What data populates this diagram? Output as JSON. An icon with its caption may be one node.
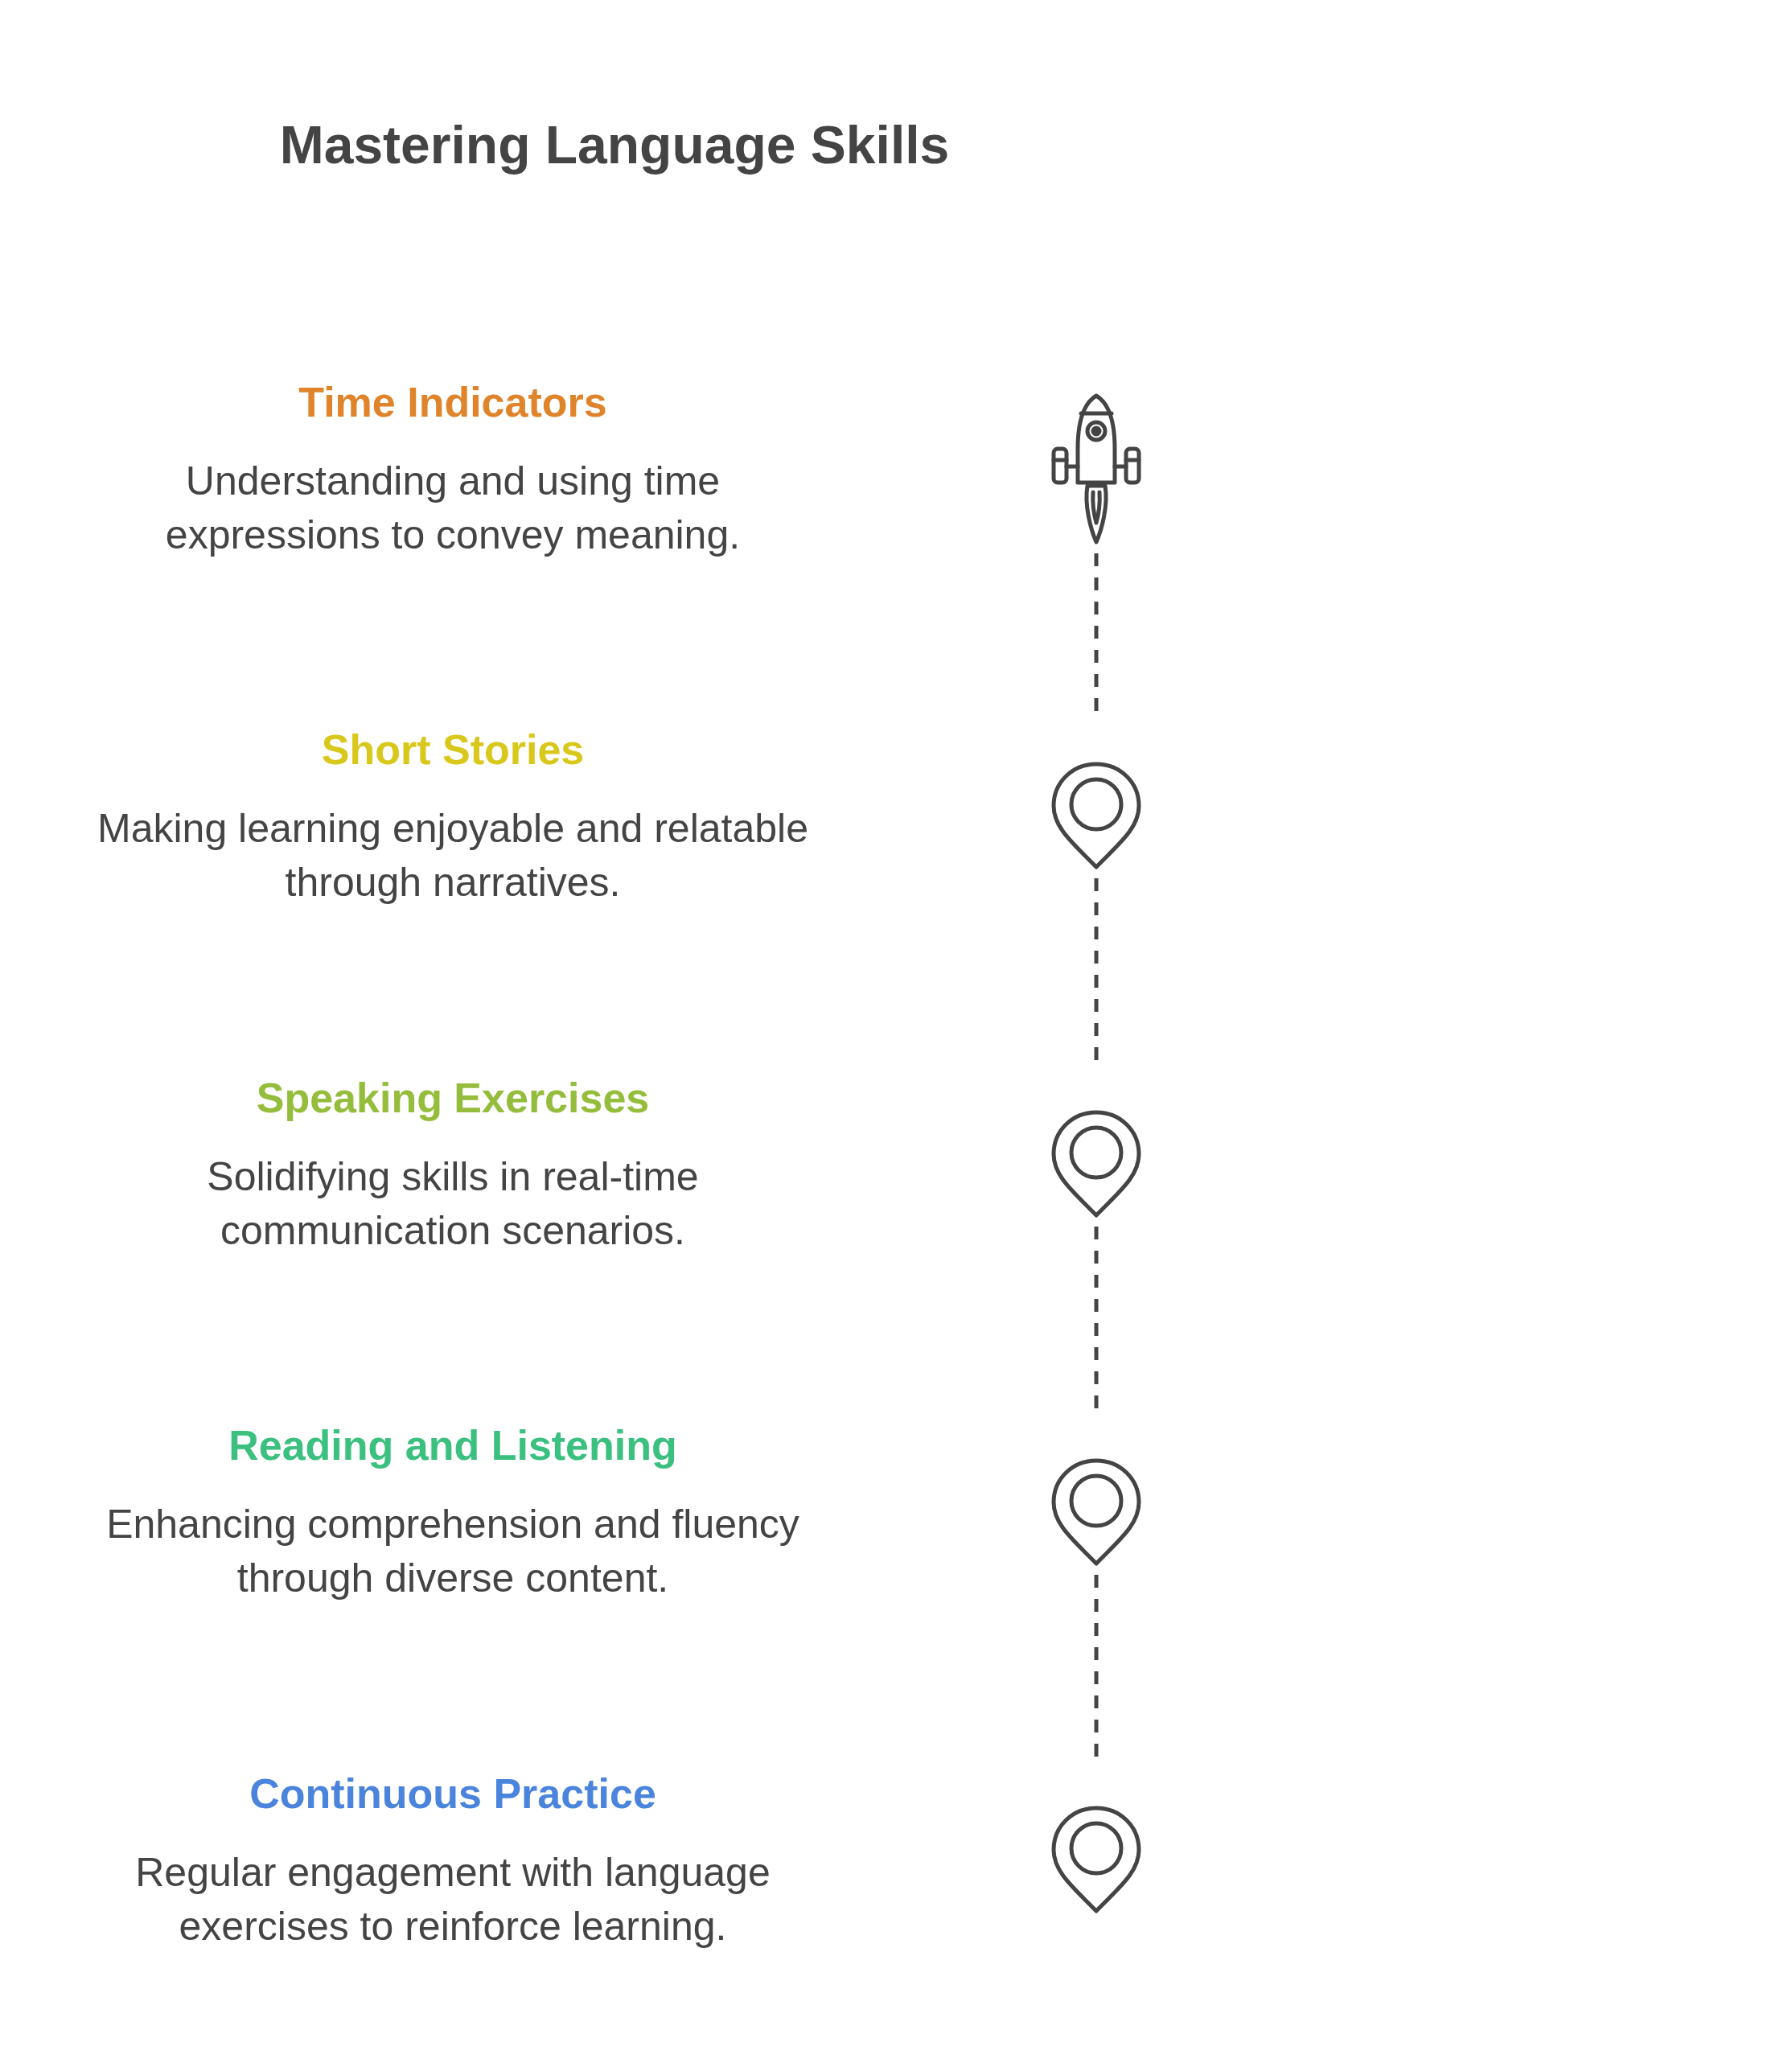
{
  "diagram": {
    "title": "Mastering Language Skills",
    "nodes": [
      {
        "text": [],
        "shape": "rocket"
      },
      {
        "text": [],
        "shape": "pin"
      },
      {
        "text": [],
        "shape": "pin"
      },
      {
        "text": [],
        "shape": "pin"
      },
      {
        "text": [],
        "shape": "pin"
      }
    ],
    "edges": [
      {
        "from": 0,
        "to": 1,
        "arrow": "none",
        "style": "dashed"
      },
      {
        "from": 1,
        "to": 2,
        "arrow": "none",
        "style": "dashed"
      },
      {
        "from": 2,
        "to": 3,
        "arrow": "none",
        "style": "dashed"
      },
      {
        "from": 3,
        "to": 4,
        "arrow": "none",
        "style": "dashed"
      }
    ],
    "labels": [
      "Time Indicators",
      "Understanding and using time expressions to convey meaning.",
      "Short Stories",
      "Making learning enjoyable and relatable through narratives.",
      "Speaking Exercises",
      "Solidifying skills in real-time communication scenarios.",
      "Reading and Listening",
      "Enhancing comprehension and fluency through diverse content.",
      "Continuous Practice",
      "Regular engagement with language exercises to reinforce learning."
    ]
  }
}
